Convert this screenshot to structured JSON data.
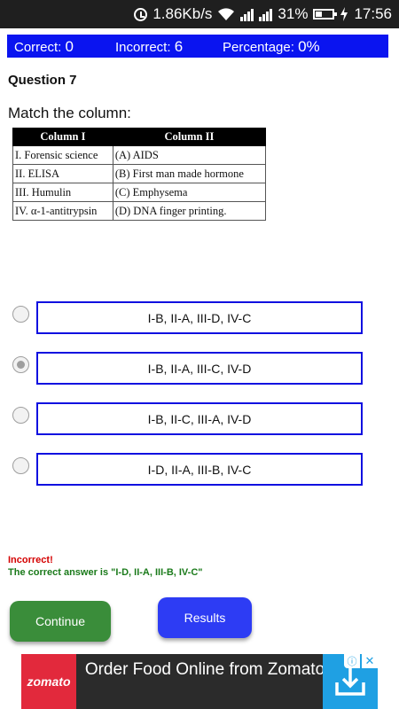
{
  "status_bar": {
    "speed": "1.86Kb/s",
    "battery_percent": "31%",
    "battery_level": 0.31,
    "time": "17:56",
    "icons": [
      "alarm-icon",
      "wifi-icon",
      "signal-icon",
      "battery-icon",
      "charging-icon"
    ]
  },
  "score": {
    "correct_label": "Correct:",
    "correct_value": "0",
    "incorrect_label": "Incorrect:",
    "incorrect_value": "6",
    "percentage_label": "Percentage:",
    "percentage_value": "0%"
  },
  "question": {
    "number": "Question 7",
    "text": "Match the column:",
    "table": {
      "headers": [
        "Column I",
        "Column II"
      ],
      "rows": [
        [
          "I. Forensic science",
          "(A) AIDS"
        ],
        [
          "II. ELISA",
          "(B) First man made hormone"
        ],
        [
          "III. Humulin",
          "(C) Emphysema"
        ],
        [
          "IV. α-1-antitrypsin",
          "(D) DNA finger printing."
        ]
      ]
    }
  },
  "options": [
    {
      "label": "I-B, II-A, III-D, IV-C",
      "selected": false
    },
    {
      "label": "I-B, II-A, III-C, IV-D",
      "selected": true
    },
    {
      "label": "I-B, II-C, III-A, IV-D",
      "selected": false
    },
    {
      "label": "I-D, II-A, III-B, IV-C",
      "selected": false
    }
  ],
  "feedback": {
    "result": "Incorrect!",
    "correct_answer": "The correct answer is \"I-D, II-A, III-B, IV-C\""
  },
  "buttons": {
    "continue": "Continue",
    "results": "Results"
  },
  "ad": {
    "brand": "zomato",
    "headline": "Order Food Online from Zomato",
    "choices_icon": "ⓘ",
    "close_icon": "✕"
  },
  "colors": {
    "score_bar": "#0a14f0",
    "option_border": "#1010e0",
    "incorrect_text": "#d40000",
    "correct_text": "#1a7a1a",
    "continue_button": "#3a8d3a",
    "results_button": "#2d3cf4",
    "ad_brand": "#e2293c",
    "ad_download": "#1fa0e3"
  }
}
